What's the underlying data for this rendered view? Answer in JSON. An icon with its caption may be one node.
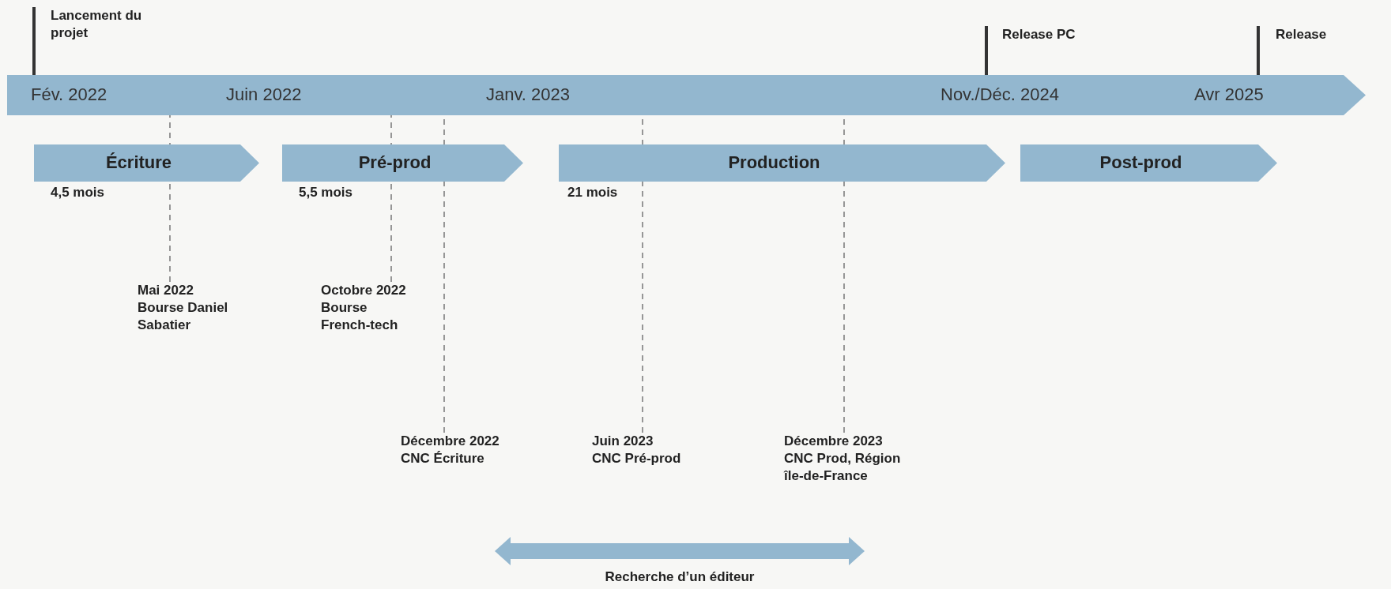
{
  "diagram": {
    "nodes": [
      {
        "text": [
          "Fév. 2022",
          "Juin 2022",
          "Janv. 2023",
          "Nov./Déc. 2024",
          "Avr 2025"
        ]
      },
      {
        "text": [
          "Écriture"
        ],
        "beside": [
          "4,5 mois"
        ]
      },
      {
        "text": [
          "Pré-prod"
        ],
        "beside": [
          "5,5 mois"
        ]
      },
      {
        "text": [
          "Production"
        ],
        "beside": [
          "21 mois"
        ]
      },
      {
        "text": [
          "Post-prod"
        ]
      },
      {
        "text": [
          "Lancement du projet"
        ]
      },
      {
        "text": [
          "Release PC"
        ]
      },
      {
        "text": [
          "Release"
        ]
      },
      {
        "text": [
          "Mai 2022",
          "Bourse Daniel Sabatier"
        ]
      },
      {
        "text": [
          "Octobre 2022",
          "Bourse French-tech"
        ]
      },
      {
        "text": [
          "Décembre 2022",
          "CNC Écriture"
        ]
      },
      {
        "text": [
          "Juin 2023",
          "CNC Pré-prod"
        ]
      },
      {
        "text": [
          "Décembre 2023",
          "CNC Prod, Région île-de-France"
        ]
      },
      {
        "text": [
          "Recherche d’un éditeur"
        ]
      }
    ],
    "edges": [
      {
        "from": 5,
        "to": 0,
        "arrow": "none"
      },
      {
        "from": 6,
        "to": 0,
        "arrow": "none"
      },
      {
        "from": 7,
        "to": 0,
        "arrow": "none"
      },
      {
        "from": 8,
        "to": 0,
        "arrow": "none",
        "style": "dashed"
      },
      {
        "from": 9,
        "to": 0,
        "arrow": "none",
        "style": "dashed"
      },
      {
        "from": 10,
        "to": 0,
        "arrow": "none",
        "style": "dashed"
      },
      {
        "from": 11,
        "to": 0,
        "arrow": "none",
        "style": "dashed"
      },
      {
        "from": 12,
        "to": 0,
        "arrow": "none",
        "style": "dashed"
      }
    ]
  }
}
